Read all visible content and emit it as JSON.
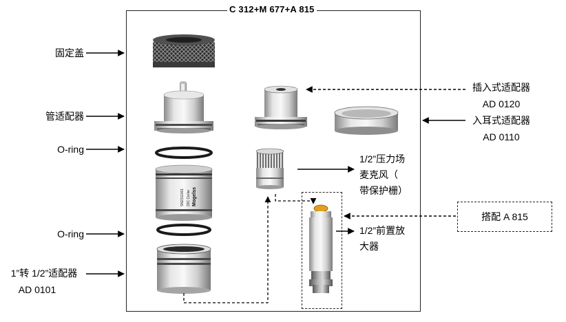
{
  "frame_title": "C 312+M 677+A 815",
  "labels": {
    "fixing_cap": "固定盖",
    "tube_adapter": "管适配器",
    "oring_top": "O-ring",
    "oring_bottom": "O-ring",
    "adapter_1_to_half_line1": "1”转 1/2”适配器",
    "adapter_1_to_half_line2": "AD 0101",
    "plugin_adapter_line1": "插入式适配器",
    "plugin_adapter_line2": "AD 0120",
    "inear_adapter_line1": "入耳式适配器",
    "inear_adapter_line2": "AD 0110",
    "mic_line1": "1/2”压力场",
    "mic_line2": "麦克风（",
    "mic_line3": "带保护栅）",
    "preamp_line1": "1/2”前置放",
    "preamp_line2": "大器",
    "pairing": "搭配 A 815"
  },
  "mic_print": {
    "brand": "Mogelss",
    "model": "20C Cerlar",
    "serial": "SN2311001"
  },
  "colors": {
    "metal_light": "#eeeeee",
    "metal_mid": "#c8c8c8",
    "metal_dark": "#7a7a7a",
    "knurl": "#3a3a3a",
    "amp_contact": "#e0a020"
  }
}
